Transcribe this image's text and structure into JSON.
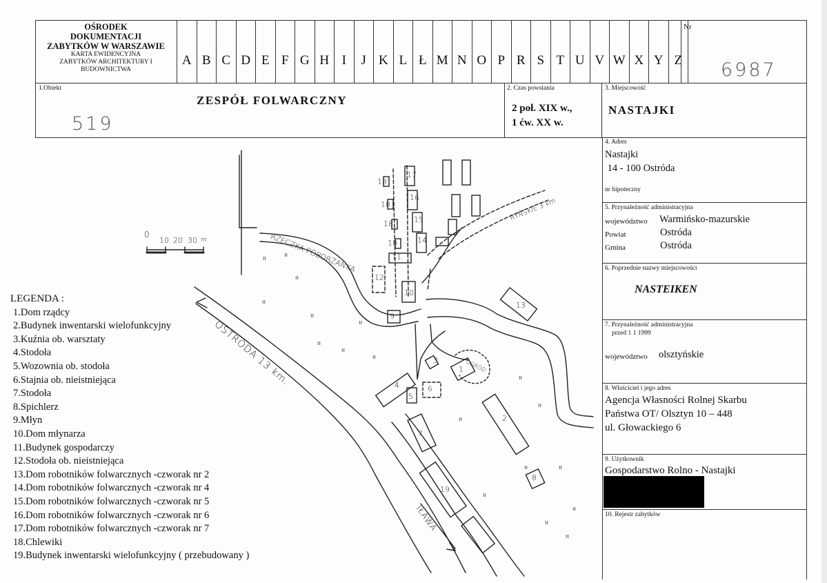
{
  "header": {
    "org_lines": [
      "OŚRODEK",
      "DOKUMENTACJI",
      "ZABYTKÓW W WARSZAWIE"
    ],
    "card_lines": [
      "KARTA EWIDENCYJNA",
      "ZABYTKÓW ARCHITEKTURY I",
      "BUDOWNICTWA"
    ],
    "letters": [
      "A",
      "B",
      "C",
      "D",
      "E",
      "F",
      "G",
      "H",
      "I",
      "J",
      "K",
      "L",
      "Ł",
      "M",
      "N",
      "O",
      "P",
      "R",
      "S",
      "T",
      "U",
      "V",
      "W",
      "X",
      "Y",
      "Z"
    ],
    "nr_label": "Nr",
    "nr_value": "6987"
  },
  "object": {
    "label": "1.Obiekt",
    "value": "ZESPÓŁ  FOLWARCZNY",
    "handwritten_number": "519"
  },
  "created": {
    "label": "2. Czas powstania",
    "line1": "2 poł. XIX w.,",
    "line2": "1 ćw.  XX w."
  },
  "locality": {
    "label": "3. Miejscowość",
    "value": "NASTAJKI"
  },
  "address": {
    "label": "4. Adres",
    "line1": "Nastajki",
    "line2": " 14 - 100 Ostróda",
    "mortgage_label": "nr hipoteczny"
  },
  "admin": {
    "label": "5. Przynależność administracyjna",
    "voivodeship_label": "województwo",
    "voivodeship": "Warmińsko-mazurskie",
    "county_label": "Powiat",
    "county": "Ostróda",
    "commune_label": "Gmina",
    "commune": "Ostróda"
  },
  "former_names": {
    "label": "6. Poprzednie nazwy miejscowości",
    "value": "NASTEIKEN"
  },
  "admin_before": {
    "label_line1": "7. Przynależność administracyjna",
    "label_line2": "przed 1 1 1999",
    "voivodeship_label": "województwo",
    "voivodeship": "olsztyńskie"
  },
  "owner": {
    "label": "8. Właściciel i jego adres",
    "line1": "Agencja Własności Rolnej Skarbu",
    "line2": "Państwa OT/ Olsztyn 10 – 448",
    "line3": "ul. Głowackiego 6"
  },
  "user": {
    "label": "9. Użytkownik",
    "value": "Gospodarstwo Rolno - Nastajki"
  },
  "register": {
    "label": "10. Rejestr zabytków"
  },
  "legend": {
    "title": "LEGENDA :",
    "items": [
      "1.Dom rządcy",
      "2.Budynek inwentarski wielofunkcyjny",
      "3.Kuźnia ob. warsztaty",
      "4.Stodoła",
      "5.Wozownia ob. stodoła",
      "6.Stajnia ob. nieistniejąca",
      "7.Stodoła",
      "8.Spichlerz",
      "9.Młyn",
      "10.Dom młynarza",
      "11.Budynek gospodarczy",
      "12.Stodoła ob. nieistniejąca",
      "13.Dom robotników folwarcznych -czworak nr 2",
      "14.Dom robotników folwarcznych -czworak nr 4",
      "15.Dom robotników folwarcznych -czworak nr 5",
      "16.Dom robotników folwarcznych -czworak nr 6",
      "17.Dom robotników folwarcznych -czworak nr 7",
      "18.Chlewiki",
      "19.Budynek inwentarski wielofunkcyjny  ( przebudowany )"
    ]
  },
  "map": {
    "scale_labels": [
      "0",
      "10",
      "20",
      "30"
    ],
    "scale_unit": "m",
    "river": "RZECZKA POBORZANKA",
    "road_ostroda": "OSTRÓDA 13 km.",
    "road_ryn": "RYŃSKIE 3 km",
    "road_ilawa": "IŁAWA",
    "garden": "OGRÓD",
    "building_labels": [
      "1",
      "2",
      "3",
      "4",
      "5",
      "6",
      "7",
      "8",
      "9",
      "10",
      "11",
      "12",
      "13",
      "14",
      "15",
      "16",
      "17",
      "18",
      "18",
      "18",
      "18",
      "19"
    ]
  }
}
